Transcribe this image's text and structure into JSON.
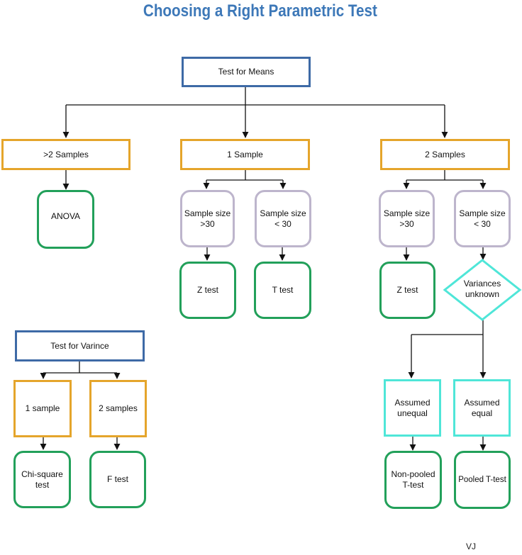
{
  "title": "Choosing a Right Parametric Test",
  "footer": "VJ",
  "nodes": {
    "test_for_means": "Test for Means",
    "gt2_samples": ">2 Samples",
    "one_sample": "1 Sample",
    "two_samples": "2 Samples",
    "anova": "ANOVA",
    "one_sample_size_gt30": "Sample size\n>30",
    "one_sample_size_lt30": "Sample size\n< 30",
    "two_sample_size_gt30": "Sample size\n>30",
    "two_sample_size_lt30": "Sample size\n< 30",
    "z_test_1": "Z test",
    "t_test": "T test",
    "z_test_2": "Z test",
    "variances_unknown": "Variances\nunknown",
    "assumed_unequal": "Assumed\nunequal",
    "assumed_equal": "Assumed\nequal",
    "non_pooled_t_test": "Non-pooled\nT-test",
    "pooled_t_test": "Pooled T-test",
    "test_for_variance": "Test for Varince",
    "var_1_sample": "1 sample",
    "var_2_samples": "2 samples",
    "chi_square_test": "Chi-square\ntest",
    "f_test": "F test"
  },
  "colors": {
    "title": "#3d78b8",
    "root_border": "#3e6aa6",
    "group_border": "#e5a52b",
    "result_border": "#22a05a",
    "condition_border": "#bdb5cc",
    "assumption_border": "#4fe6d8"
  }
}
